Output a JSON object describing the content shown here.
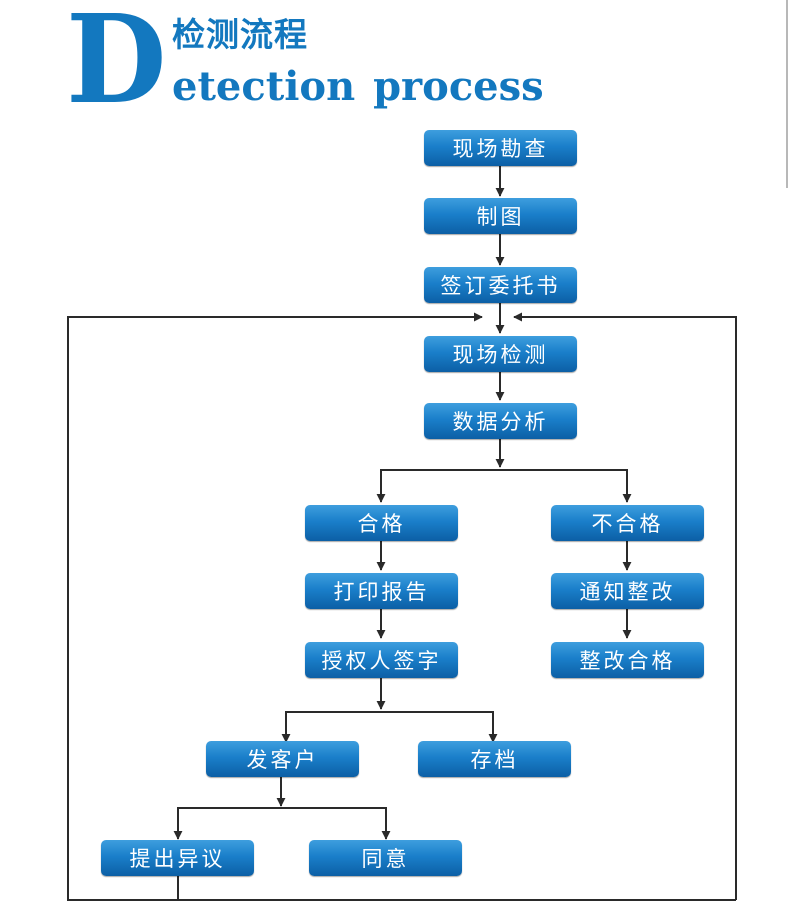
{
  "header": {
    "logo_letter": "D",
    "title_cn": "检测流程",
    "title_en": "etection  process"
  },
  "colors": {
    "accent": "#1378bf",
    "node_top": "#3e9ede",
    "node_bottom": "#0c5fa5",
    "line": "#2a2a2a",
    "node_text": "#ffffff"
  },
  "flow": {
    "site_survey": "现场勘查",
    "drawing": "制图",
    "sign_contract": "签订委托书",
    "site_testing": "现场检测",
    "data_analysis": "数据分析",
    "qualified": "合格",
    "unqualified": "不合格",
    "print_report": "打印报告",
    "notify_rectify": "通知整改",
    "authorized_signature": "授权人签字",
    "rectify_qualified": "整改合格",
    "send_client": "发客户",
    "archive": "存档",
    "raise_objection": "提出异议",
    "agree": "同意"
  }
}
